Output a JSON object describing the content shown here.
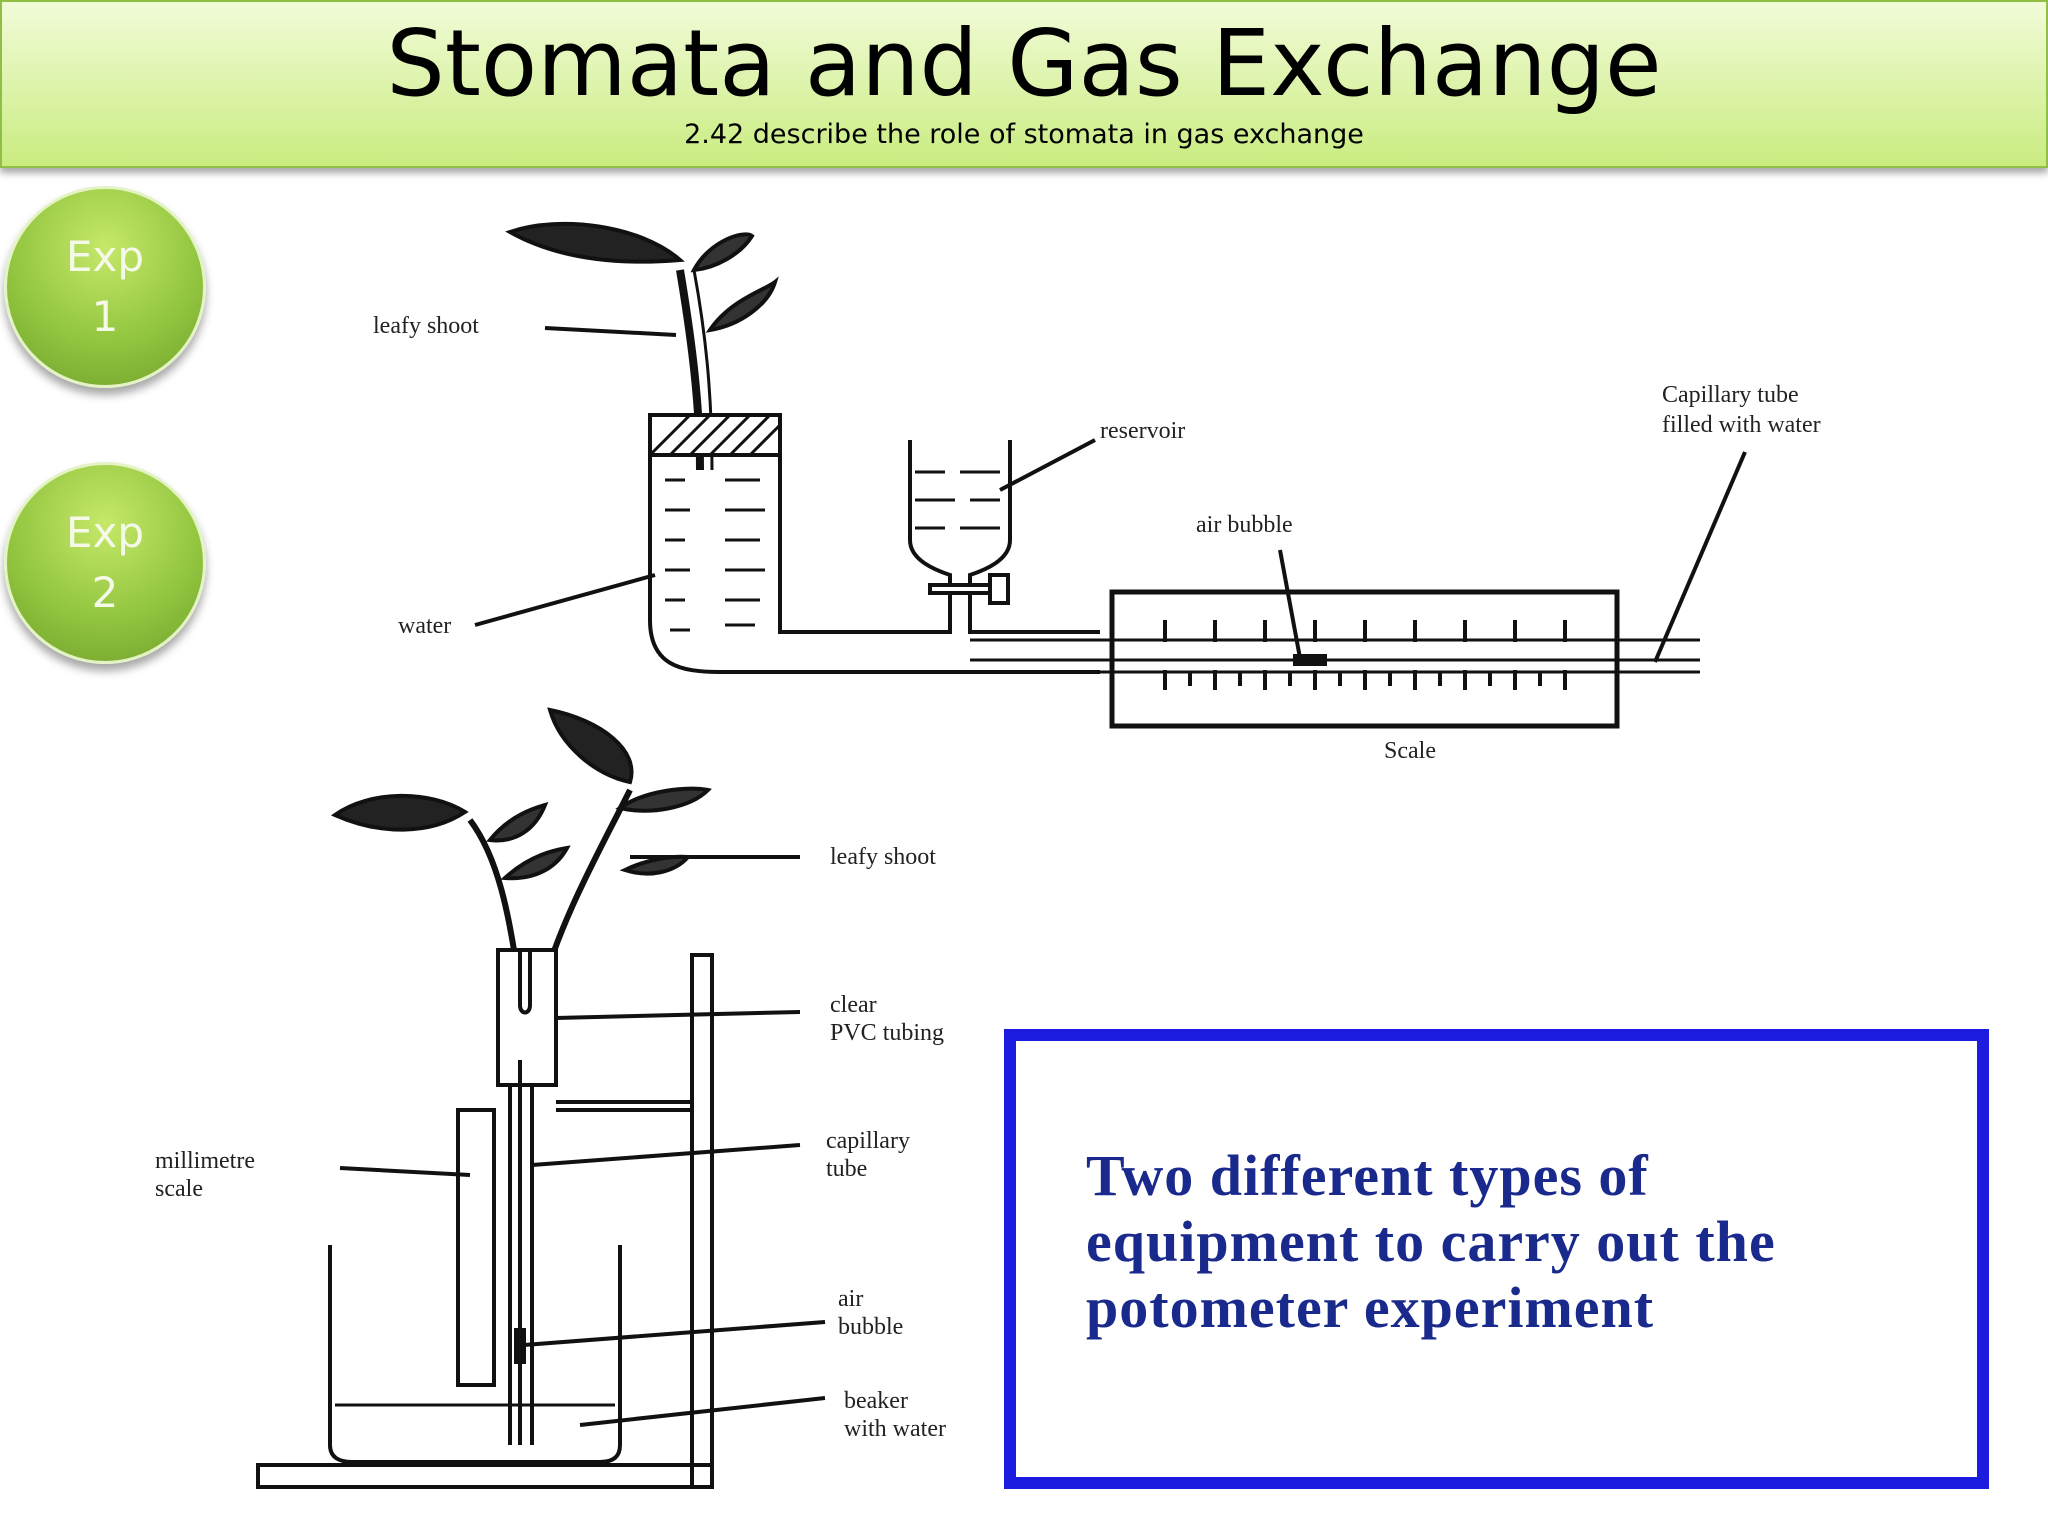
{
  "header": {
    "title": "Stomata and Gas Exchange",
    "subtitle": "2.42 describe the role of stomata in gas exchange"
  },
  "nav": [
    {
      "line1": "Exp",
      "line2": "1"
    },
    {
      "line1": "Exp",
      "line2": "2"
    }
  ],
  "diagram1": {
    "labels": {
      "leafy_shoot": "leafy  shoot",
      "reservoir": "reservoir",
      "capillary_tube_line1": "Capillary tube",
      "capillary_tube_line2": "filled with water",
      "air_bubble": "air bubble",
      "water": "water",
      "scale": "Scale"
    }
  },
  "diagram2": {
    "labels": {
      "leafy_shoot": "leafy shoot",
      "clear_line1": "clear",
      "pvc_line2": "PVC tubing",
      "capillary_line1": "capillary",
      "tube_line2": "tube",
      "millimetre_line1": "millimetre",
      "scale_line2": "scale",
      "air_line1": "air",
      "bubble_line2": "bubble",
      "beaker_line1": "beaker",
      "with_water_line2": "with  water"
    }
  },
  "caption": {
    "text": "Two different types of equipment to carry out the potometer experiment"
  }
}
